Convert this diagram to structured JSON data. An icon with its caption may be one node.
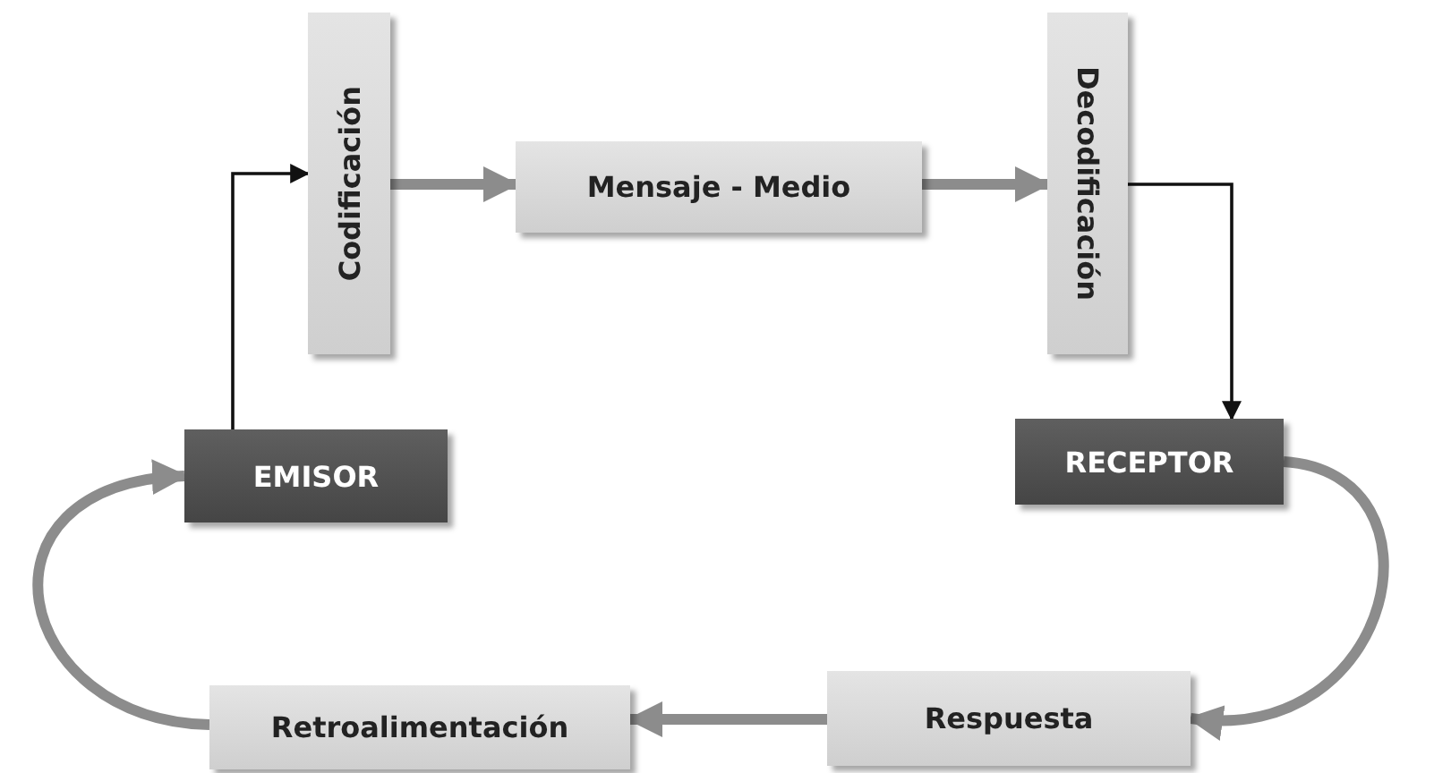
{
  "diagram": {
    "nodes": [
      {
        "text": [
          "Codificación"
        ]
      },
      {
        "text": [
          "Mensaje - Medio"
        ]
      },
      {
        "text": [
          "Decodificación"
        ]
      },
      {
        "text": [
          "EMISOR"
        ]
      },
      {
        "text": [
          "RECEPTOR"
        ]
      },
      {
        "text": [
          "Respuesta"
        ]
      },
      {
        "text": [
          "Retroalimentación"
        ]
      }
    ],
    "edges": [
      {
        "from": 3,
        "to": 0,
        "arrow": "to",
        "color": "#111111"
      },
      {
        "from": 0,
        "to": 1,
        "arrow": "to"
      },
      {
        "from": 1,
        "to": 2,
        "arrow": "to"
      },
      {
        "from": 2,
        "to": 4,
        "arrow": "to",
        "color": "#111111"
      },
      {
        "from": 4,
        "to": 5,
        "arrow": "to"
      },
      {
        "from": 5,
        "to": 6,
        "arrow": "to"
      },
      {
        "from": 6,
        "to": 3,
        "arrow": "to"
      }
    ]
  }
}
